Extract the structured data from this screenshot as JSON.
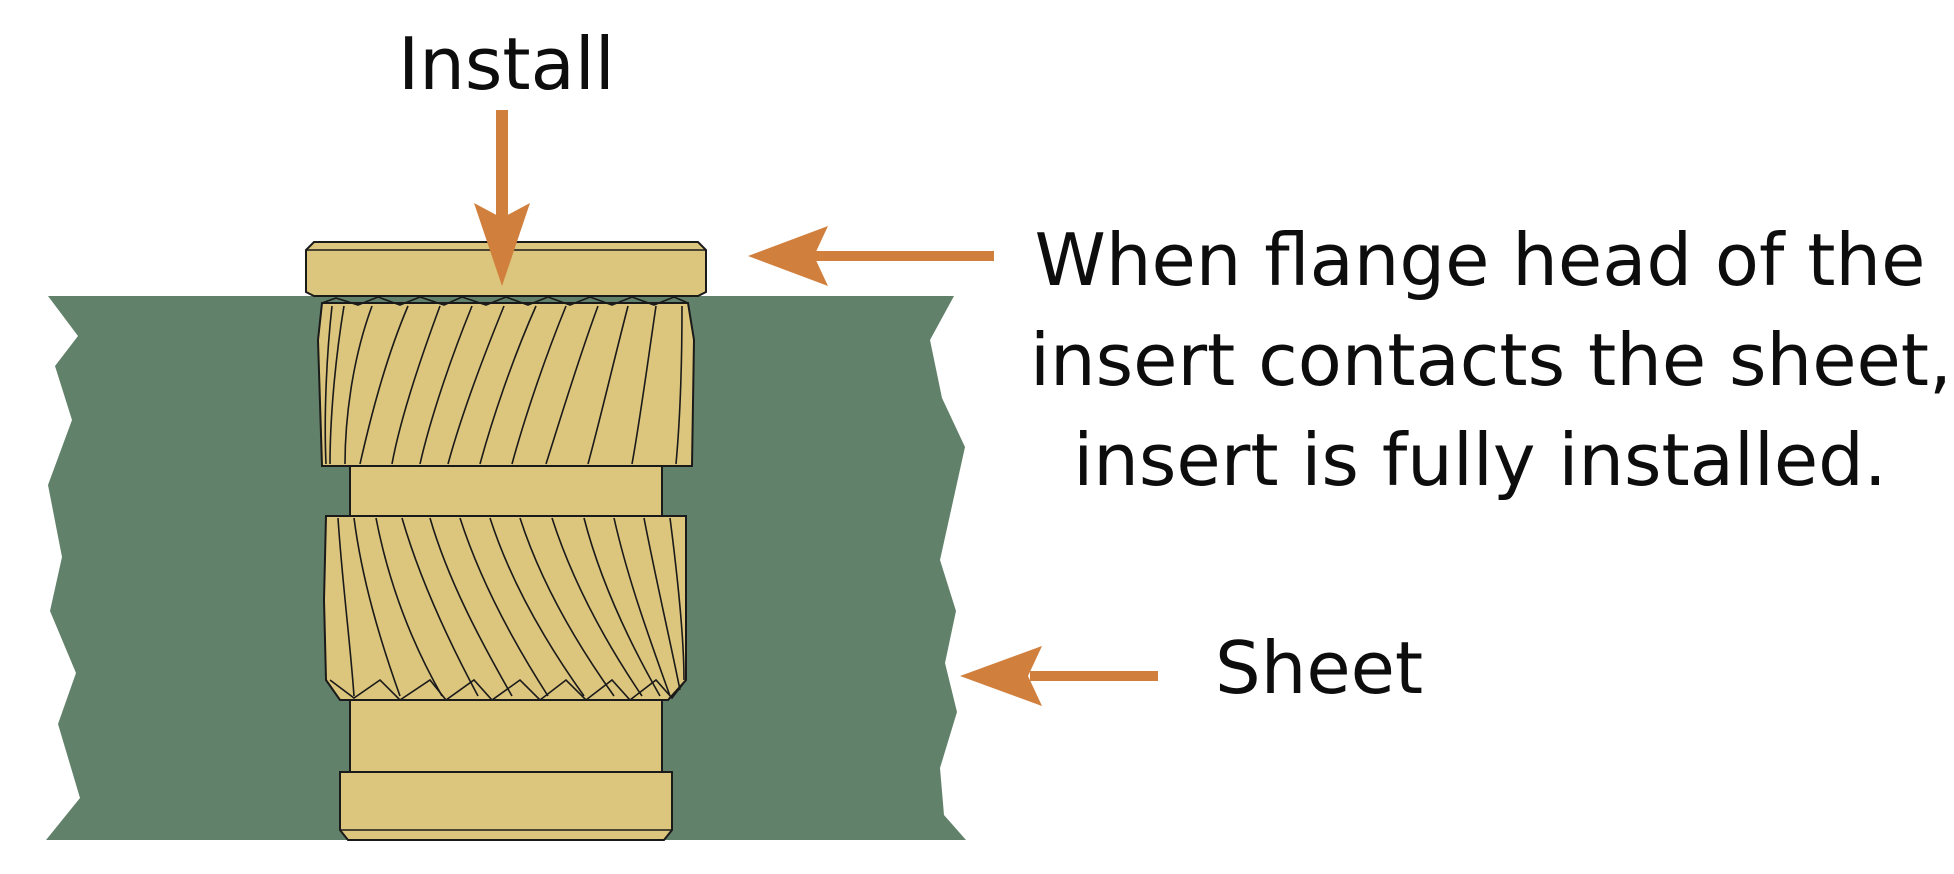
{
  "labels": {
    "install": "Install",
    "callout_lines": [
      "When flange head of the",
      "insert contacts the sheet,",
      "insert is fully installed."
    ],
    "sheet": "Sheet"
  },
  "colors": {
    "sheet": "#62816a",
    "insert_brass": "#dcc57d",
    "outline": "#1a1a1a",
    "arrow": "#d07f3c",
    "text": "#0d0d0d"
  }
}
